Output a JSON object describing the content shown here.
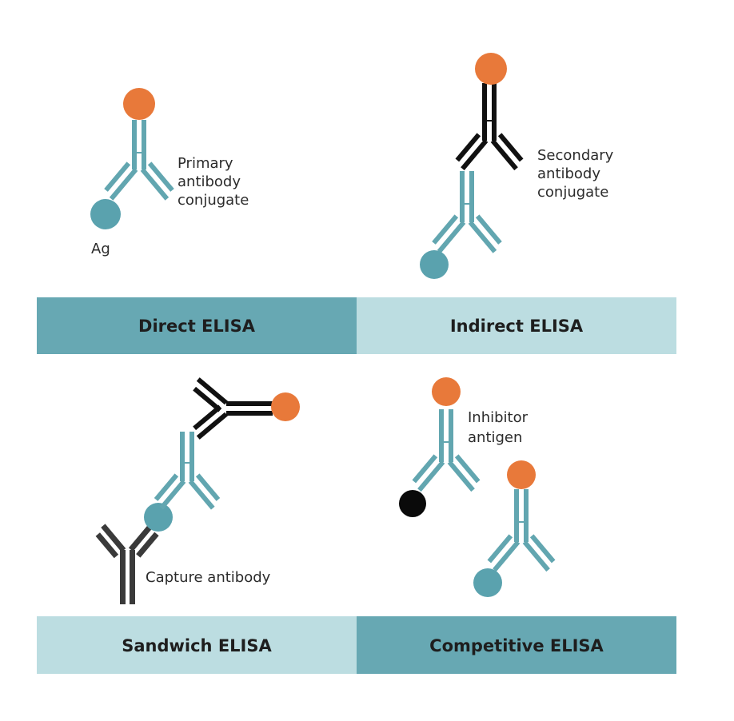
{
  "panels": {
    "direct": {
      "title": "Direct ELISA",
      "label_lines": [
        "Primary",
        "antibody",
        "conjugate"
      ],
      "antigen_label": "Ag"
    },
    "indirect": {
      "title": "Indirect ELISA",
      "label_lines": [
        "Secondary",
        "antibody",
        "conjugate"
      ]
    },
    "sandwich": {
      "title": "Sandwich ELISA",
      "capture_label": "Capture antibody"
    },
    "competitive": {
      "title": "Competitive ELISA",
      "label_lines": [
        "Inhibitor",
        "antigen"
      ]
    }
  },
  "colors": {
    "teal_dark": "#67a8b3",
    "teal_light": "#bcdde1",
    "antibody_teal": "#62a6b0",
    "antibody_black": "#111111",
    "antibody_gray": "#3a3a3a",
    "enzyme_orange": "#e8793a",
    "antigen_teal": "#5aa2ae",
    "inhibitor_black": "#0a0a0a"
  }
}
